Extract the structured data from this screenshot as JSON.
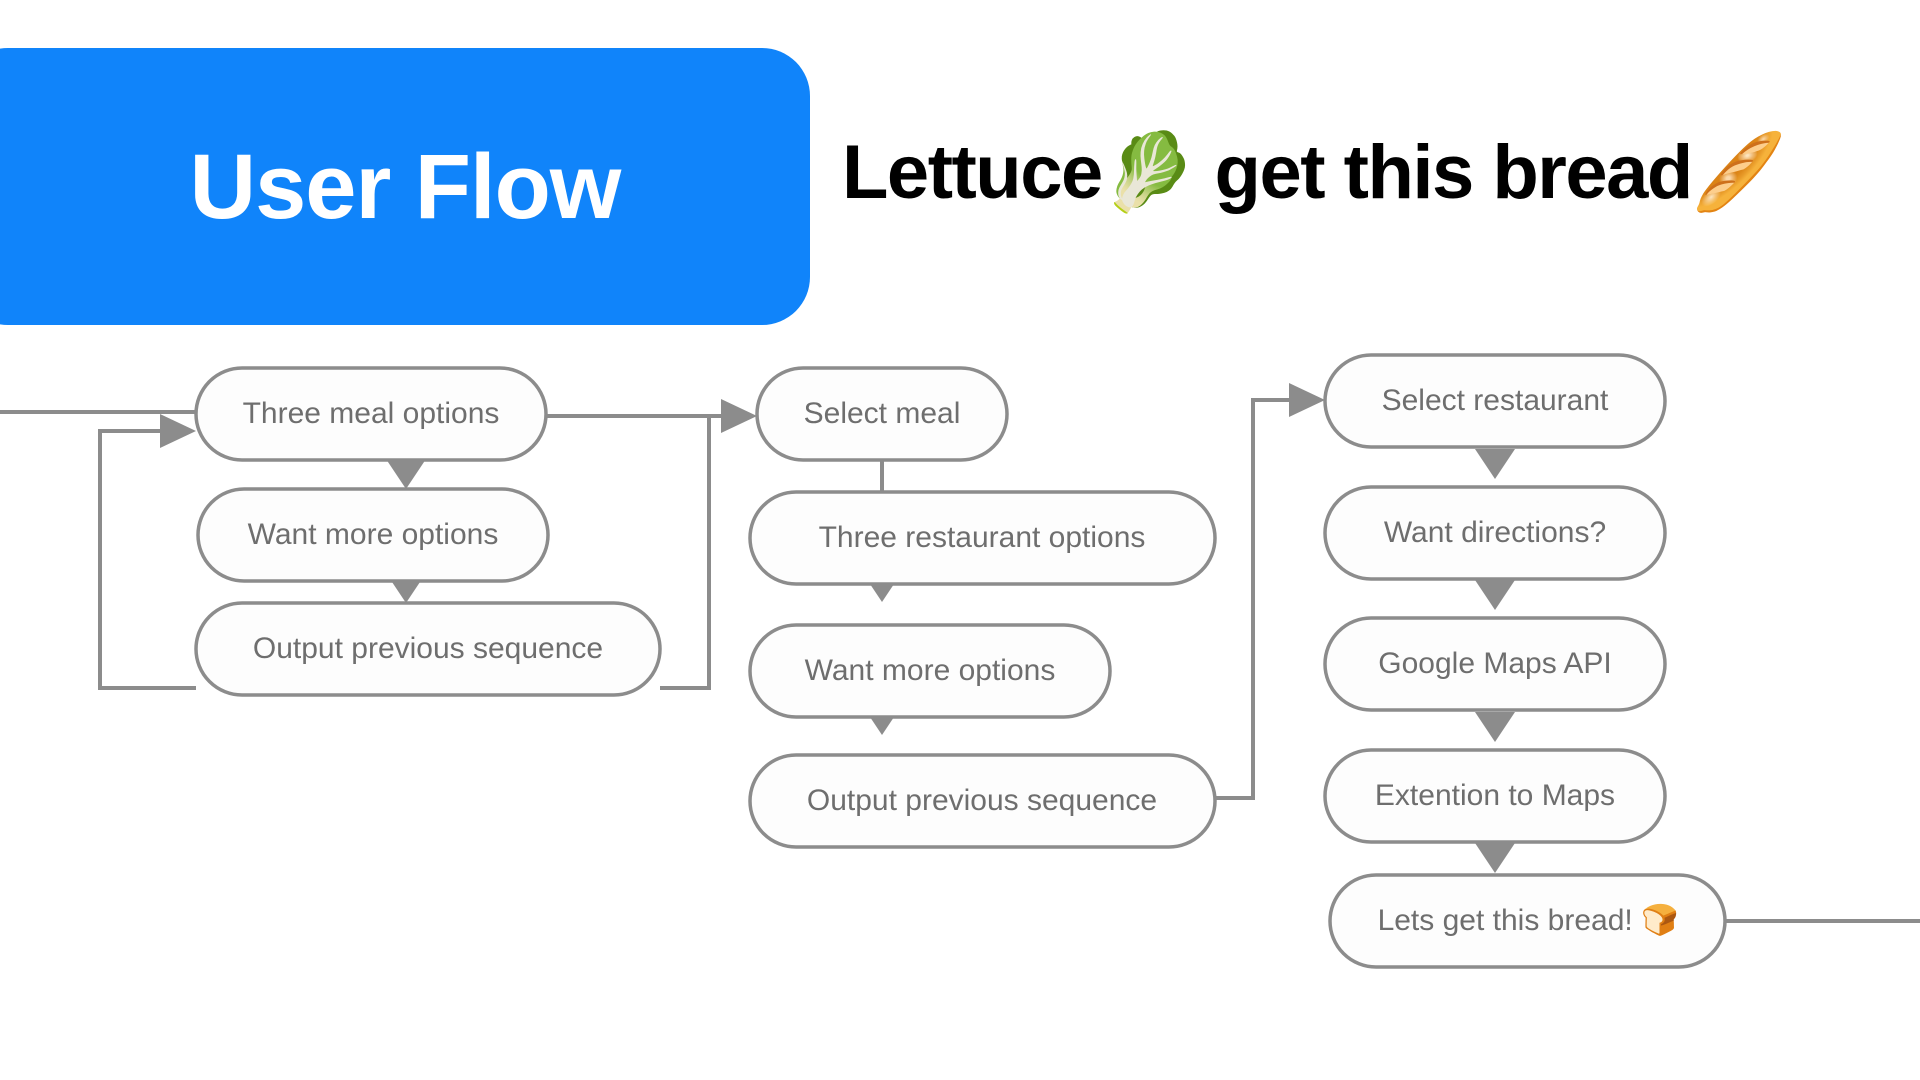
{
  "header": {
    "badge_label": "User Flow",
    "badge_color": "#1084fa",
    "tagline_part1": "Lettuce",
    "tagline_emoji1": "🥬",
    "tagline_part2": " get this bread",
    "tagline_emoji2": "🥖",
    "tagline_full": "Lettuce🥬 get this bread🥖"
  },
  "diagram": {
    "node_border_color": "#8c8c8c",
    "node_fill_color": "#fdfdfd",
    "node_text_color": "#6e6e6e",
    "columns": [
      {
        "name": "meal-selection-column",
        "nodes": [
          {
            "id": "three-meal-options",
            "label": "Three meal options"
          },
          {
            "id": "want-more-options-meals",
            "label": "Want more options"
          },
          {
            "id": "output-previous-sequence-meals",
            "label": "Output previous sequence"
          }
        ]
      },
      {
        "name": "restaurant-selection-column",
        "nodes": [
          {
            "id": "select-meal",
            "label": "Select meal"
          },
          {
            "id": "three-restaurant-options",
            "label": "Three restaurant options"
          },
          {
            "id": "want-more-options-restaurants",
            "label": "Want more options"
          },
          {
            "id": "output-previous-sequence-restaurants",
            "label": "Output previous sequence"
          }
        ]
      },
      {
        "name": "directions-column",
        "nodes": [
          {
            "id": "select-restaurant",
            "label": "Select restaurant"
          },
          {
            "id": "want-directions",
            "label": "Want directions?"
          },
          {
            "id": "google-maps-api",
            "label": "Google Maps API"
          },
          {
            "id": "extention-to-maps",
            "label": "Extention to Maps"
          },
          {
            "id": "lets-get-this-bread",
            "label": "Lets get this bread! 🍞"
          }
        ]
      }
    ]
  }
}
